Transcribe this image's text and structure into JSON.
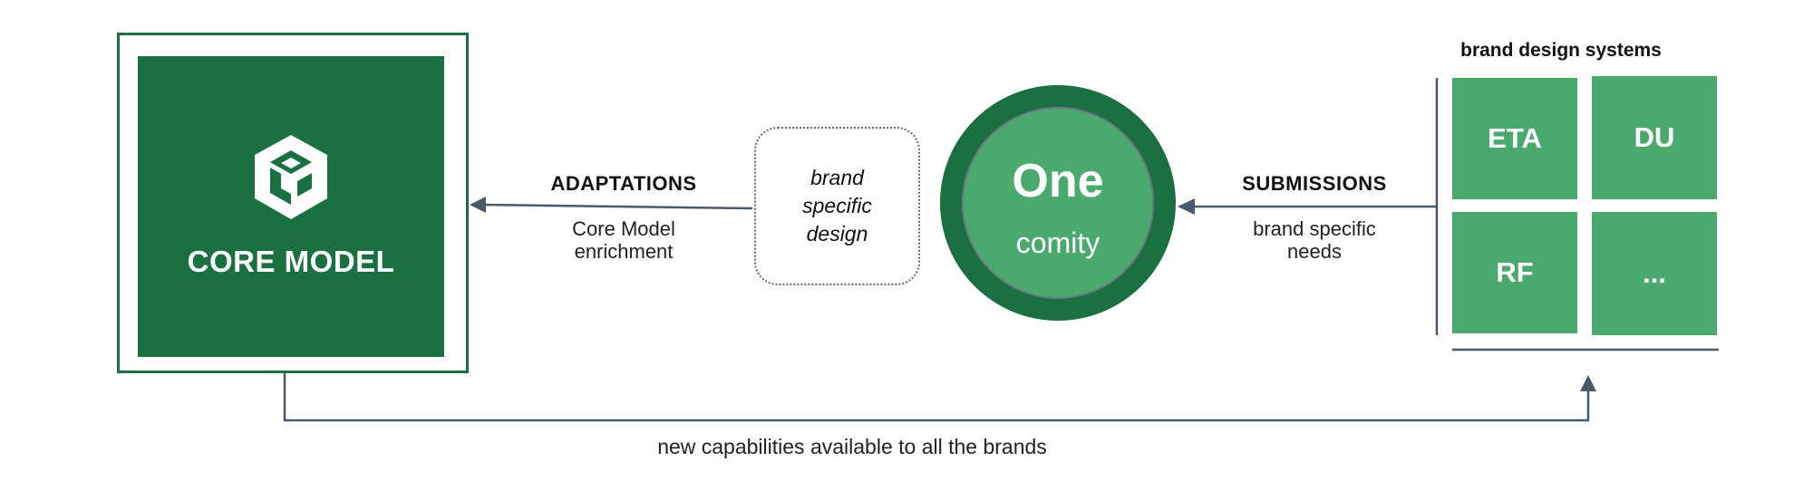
{
  "core_model": {
    "title": "CORE MODEL",
    "icon": "cube-logo-icon"
  },
  "adaptations": {
    "heading": "ADAPTATIONS",
    "line1": "Core Model",
    "line2": "enrichment"
  },
  "brand_specific_design": {
    "line1": "brand",
    "line2": "specific",
    "line3": "design"
  },
  "hub": {
    "title": "One",
    "subtitle": "comity"
  },
  "submissions": {
    "heading": "SUBMISSIONS",
    "line1": "brand specific",
    "line2": "needs"
  },
  "brand_design_systems": {
    "heading": "brand design systems",
    "tiles": [
      "ETA",
      "DU",
      "RF",
      "..."
    ]
  },
  "footer": {
    "caption": "new capabilities available to all the brands"
  },
  "colors": {
    "dark_green": "#1a7040",
    "light_green": "#4aa96c",
    "connector": "#4a5a6a"
  }
}
